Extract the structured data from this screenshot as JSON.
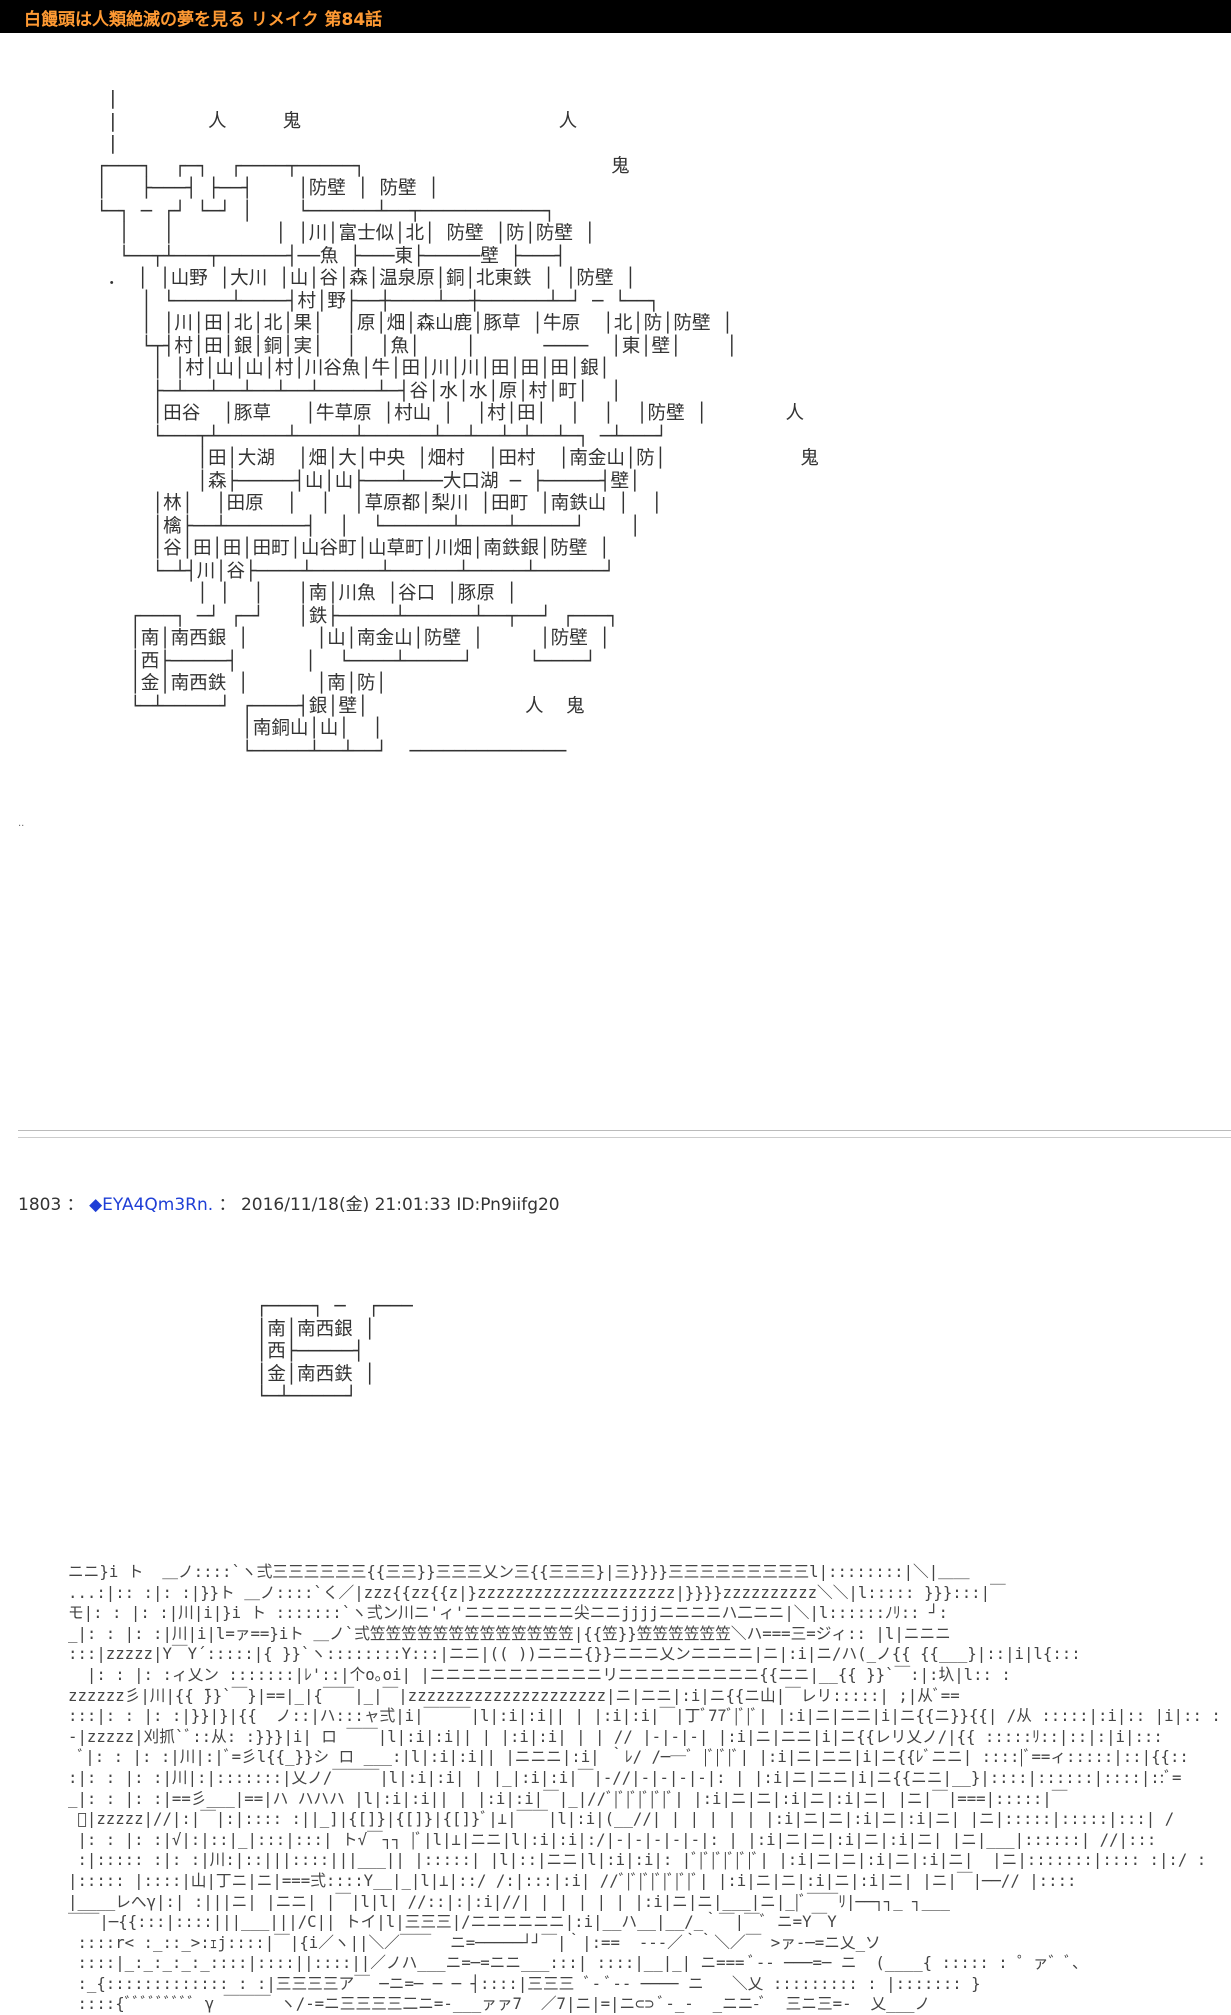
{
  "header": {
    "title": "白饅頭は人類絶滅の夢を見る リメイク 第84話"
  },
  "map_art": " |\n |        人     鬼                       人\n |\n┌───┐  ┌─┐  ┌────┬─────┐                      鬼\n│   ├───┤ ├──┤    │防壁 │ 防壁 │\n└─┐ ─ ┌┘ └─┘ │    └──────┴──┬───────────┐\n  │   │         │ │川│富士似│北│ 防壁 │防│防壁 │\n  └──┬┴───┬──────┤──魚 ├───東├─────壁 ├───┤\n ． │ │山野 │大川 │山│谷│森│温泉原│銅│北東鉄 │ │防壁 │\n    │ └─────┴────┤村│野├──┼────┴──┼──────┴─┘ ─ └──┐\n    │ │川│田│北│北│果│  │原│畑│森山鹿│豚草 │牛原  │北│防│防壁 │\n    └┬┤村│田│銀│銅│実│  │  │魚│    │      ────  │東│壁│    │\n     │ │村│山│山│村│川谷魚│牛│田│川│川│田│田│田│銀│\n     ├─┴──┴──┴──┴──┴─────┴─┤谷│水│水│原│村│町│  │\n     │田谷  │豚草   │牛草原 │村山 │  │村│田│  │  │  │防壁 │       人\n     └───┬┴──────┴─────┴──────┴──┴──┴─┴──┴─┐ ─┴───┘\n         │田│大湖  │畑│大│中央 │畑村  │田村  │南金山│防│            鬼\n         │森├─────┤山│山├───┴───大口湖 ─ ├─────┤壁│\n     │林│  │田原  │  │  │草原都│梨川 │田町 │南鉄山 │  │\n     │檎├──┴───────┤  │  └──────┴────┴─────┘    │\n     │谷│田│田│田町│山谷町│山草町│川畑│南鉄銀│防壁 │\n     └─┴┤川│谷├────┴──────┴──────┴─────┴──────┘\n         │ │  │   │南│川魚 │谷口 │豚原 │\n   ┌───┐ ─┘ ┌─┘   │鉄├─────┴──────┴──┬──┘ ┌───┐\n   │南│南西銀 │      │山│南金山│防壁 │     │防壁 │\n   │西├─────┤      │  └────┴─────┘     └────┘\n   │金│南西鉄 │      │南│防│\n   └─┴─────┘ ┌────┤銀│壁│              人  鬼\n             │南銅山│山│  │\n             └─────┴──┴──┘  ──────────────",
  "dots": "..",
  "post": {
    "number": "1803",
    "sep1": "：",
    "trip": "◆EYA4Qm3Rn.",
    "sep2": "：",
    "date": "2016/11/18(金) 21:01:33",
    "id": "ID:Pn9iifg20"
  },
  "box_art": "┌────┐ ─  ┌───\n│南│南西銀 │\n│西├─────┤\n│金│南西鉄 │\n└─┴─────┘",
  "ascii_art": "ニニ}i ト  ＿ノ::::`ヽ弍三三三三三三{{三三}}三三三乂ン三{{三三三}|三}}}}三三三三三三三三三l|::::::::|＼|＿＿\n...:|:: :|: :|}}ト ＿ノ::::`く／|zzz{{zz{{z|}zzzzzzzzzzzzzzzzzzzzz|}}}}zzzzzzzzzz＼＼|l::::: }}}:::|￣\nモ|: : |: :|川|i|}i ト :::::::`ヽ弍ン川ニ'ィ'ニニニニニニニ尖ニニjjjjニニニニハ二ニニ|＼|l::::::ﾉﾘ:: ┘:\n_|: : |: :|川|i|l=ァ==}iト ＿ノ`弍笠笠笠笠笠笠笠笠笠笠笠笠笠|{{笠}}笠笠笠笠笠笠＼ハ===三=ジィ:: |l|ニニニ\n:::|zzzzz|Y￣Y´:::::|{ }}`ヽ::::::::Y:::|ニニ|(( ))ニニニ{}}ニニニ乂ンニニニニ|ニ|:i|ニ/ハ(_ノ{{ {{___}|::|i|l{:::\n  |: : |: :ィ乂ン :::::::|ﾚ'::|个o｡oi| |ニニニニニニニニニニニリニニニニニニニニニ{{ニニ|__{{ }}`￣:|:圦|l:: :\nzzzzzz彡|川|{{ ̄}}`￣}|==|_|{￣￣|_|￣|zzzzzzzzzzzzzzzzzzzzz|ニ|ニニ|:i|ニ{{ニ山|￣レリ:::::| ;|从ﾞ==\n:::|: : |: :|}}|}|{{  ノ::|ハ:::ャ弍|i|￣￣￣|l|:i|:i|| | |:i|:i|￣|丁ﾞ77ﾞ|ﾞ|ﾞ| |:i|ニ|ニニ|i|ニ{{ニ}}{{| /从 :::::|:i|:: |i|:: :\n-|zzzzz|刈抓`ﾞ::从: :}}}|i| ロ ￣￣|l|:i|:i|| | |:i|:i| | | // |-|-|-| |:i|ニ|ニニ|i|ニ{{レリ乂ノ/|{{ :::::ﾘ::|::|:|i|:::\n ﾞ|: : |: :|川|:|ﾞ=彡l{{_}}シ ロ ___:|l|:i|:i|| |ニニニ|:i| ｀ﾚ/ /──ﾞ |ﾞ|ﾞ|ﾞ| |:i|ニ|ニニ|i|ニ{{ﾚﾞニニ| ::::|ﾞ==ィ:::::|::|{{::\n:|: : |: :|川|:|:::::::|乂ノ/￣￣￣|l|:i|:i| | |_|:i|:i|￣|-//|-|-|-|-|: | |:i|ニ|ニニ|i|ニ{{ニニ|__}|::::|::::::|::::|::ﾞ=\n_|: : |: :|==彡___|==|ハ ハハハ |l|:i|:i|| | |:i|:i|￣|_|//ﾞ|ﾞ|ﾞ|ﾞ|ﾞ|ﾞ| |:i|ニ|ニ|:i|ニ|:i|ニ| |ニ|￣|===|:::::|￣\n ﾞ|zzzzz|//|:|￣|:|:::: :||_]|{[]}|{[]}|{[]}ﾞ|⊥|￣￣|l|:i|(__//| | | | | | |:i|ニ|ニ|:i|ニ|:i|ニ| |ニ|:::::|:::::|:::| /\n |: : |: :|√|:|::|_|:::|:::| ト√￣┐┐ |ﾞ|l|⊥|ニニ|l|:i|:i|:/|-|-|-|-|-|: | |:i|ニ|ニ|:i|ニ|:i|ニ| |ニ|___|::::::| //|:::\n :|::::: :|: :|川:|::|||::::|||___|| |:::::| |l|::|ニニ|l|:i|:i|: |ﾞ|ﾞ|ﾞ|ﾞ|ﾞ|ﾞ| |:i|ニ|ニ|:i|ニ|:i|ニ|  |ニ|:::::::|:::: :|:/ :\n|::::: |::::|山|丁ニ|ニ|===弍::::Y__|_|l|⊥|::/ /:|:::|:i| //ﾞ|ﾞ|ﾞ|ﾞ|ﾞ|ﾞ|ﾞ| |:i|ニ|ニ|:i|ニ|:i|ニ| |ニ|￣|──// |::::\n|____レへγ|:| :|||ニ| |ニニ| |￣|l|l| //::|:|:i|//| | | | | | |:i|ニ|ニ|___|ニ|_|ﾞ￣￣ﾘ|──┐┐_ ┐___\n￣￣|─{{:::|::::|||___|||/C|| トイ|l|三三三|/ニニニニニニ|:i|__ハ__|__/_｀￣|￣ﾞ ニ=Y￣Y\n ::::r< :_::_>:ｪj::::|￣|{i／ヽ||＼／￣￣  ニ=─────┘┘￣|｀|:==  ---／｀｀＼／￣ >ァ-─=ニ乂_ソ\n ::::|_:_:_:_:_::::|::::||::::||／ノハ___ニ=─=ニニ___:::| ::::|__|_| ニ=== ﾞ-- ───=─ ニ  (____{ ::::: : ゜ァ゛ﾞ、\n :_{::::::::::::: : :|三三三三ア￣ ─ニ=─ ─ ─ ┤::::|三三三 ﾞ- ﾞ-- ──── ニ   ＼乂 ::::::::: : |::::::: }\n ::::{ﾞﾞﾞﾞﾞﾞﾞﾞﾞ γ ￣￣￣ ヽ/-=ニ三三三三二ニ=-___ァァ7  ／7|ニ|=|ニ⊂⊃ ﾞ-_-  _ニニ-ﾞ  三ニ三=-  乂___ノ"
}
